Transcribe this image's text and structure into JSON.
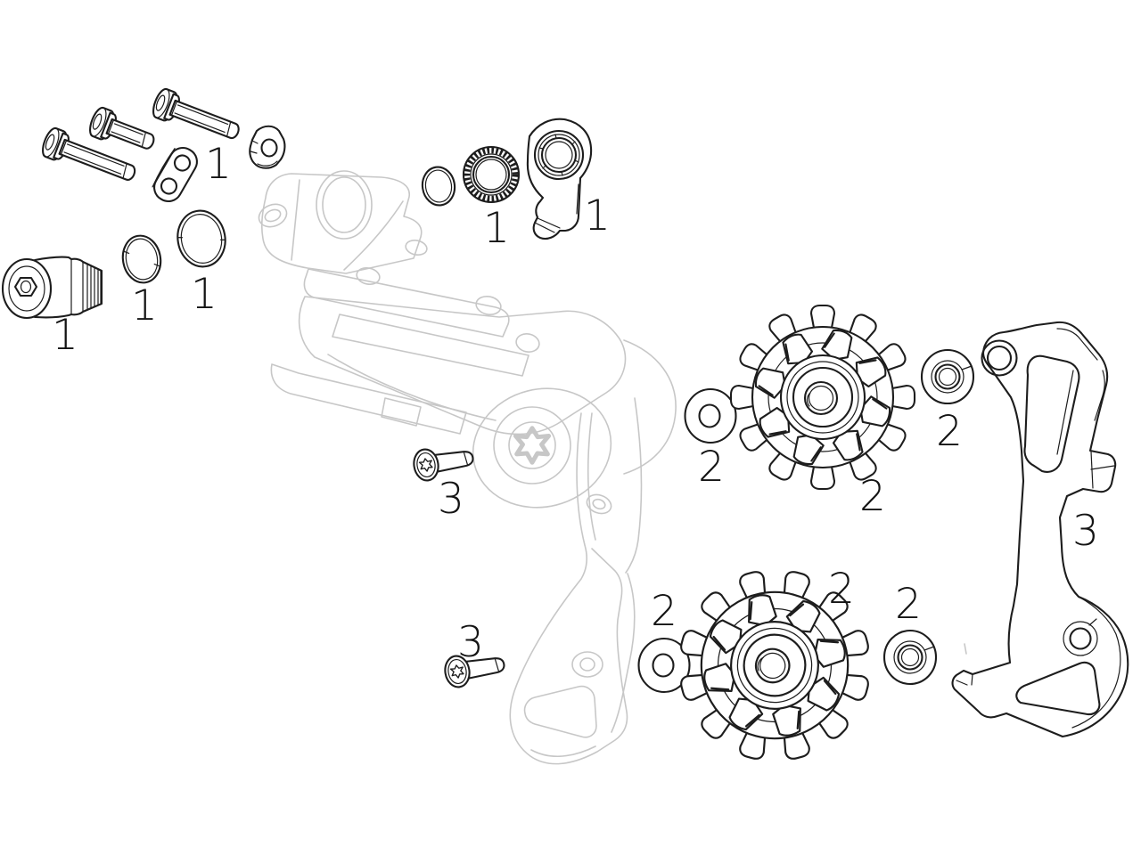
{
  "figure": {
    "alt": "Exploded parts diagram of a bicycle rear derailleur with ghosted main body and numbered service kit parts"
  },
  "colors": {
    "ink": "#1d1d1d",
    "ghost": "#c7c7c7",
    "label": "#141414",
    "background": "#ffffff"
  },
  "callouts": {
    "mounting_bolts": {
      "label": "1"
    },
    "axle_end_cap": {
      "label": "1"
    },
    "o_ring_small": {
      "label": "1"
    },
    "o_ring_large": {
      "label": "1"
    },
    "lock_ring": {
      "label": "1"
    },
    "hanger_hook": {
      "label": "1"
    },
    "upper_pulley_washer": {
      "label": "2"
    },
    "upper_pulley": {
      "label": "2"
    },
    "upper_pulley_cap": {
      "label": "2"
    },
    "lower_pulley_washer": {
      "label": "2"
    },
    "lower_pulley": {
      "label": "2"
    },
    "lower_pulley_cap": {
      "label": "2"
    },
    "cage_screw_upper": {
      "label": "3"
    },
    "cage_screw_lower": {
      "label": "3"
    },
    "inner_cage_plate": {
      "label": "3"
    }
  }
}
